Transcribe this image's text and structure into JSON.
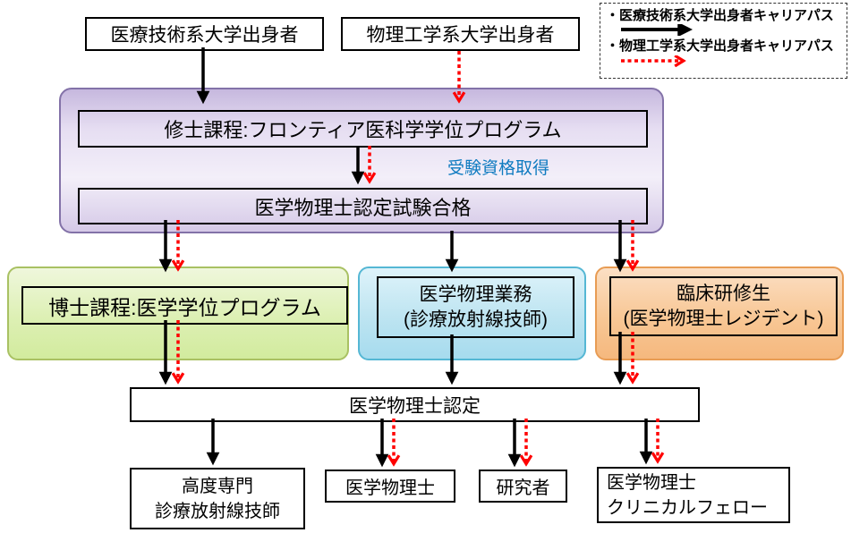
{
  "colors": {
    "career_path_medical": "#000000",
    "career_path_physics": "#ff0000",
    "note_blue": "#0f7bc0",
    "masters_purple_border": "#8372a8",
    "doctoral_green_border": "#a9c163",
    "clinical_blue_border": "#55b7d4",
    "resident_orange_border": "#e89c54"
  },
  "sources": [
    {
      "label": "医療技術系大学出身者"
    },
    {
      "label": "物理工学系大学出身者"
    }
  ],
  "legend": {
    "items": [
      {
        "label": "・医療技術系大学出身者キャリアパス",
        "arrow_style": "solid-black"
      },
      {
        "label": "・物理工学系大学出身者キャリアパス",
        "arrow_style": "dashed-red"
      }
    ]
  },
  "masters": {
    "program": "修士課程:フロンティア医科学学位プログラム",
    "note": "受験資格取得",
    "exam_pass": "医学物理士認定試験合格"
  },
  "paths": {
    "doctoral": "博士課程:医学学位プログラム",
    "clinical_work": {
      "line1": "医学物理業務",
      "line2": "(診療放射線技師)"
    },
    "resident": {
      "line1": "臨床研修生",
      "line2": "(医学物理士レジデント)"
    }
  },
  "certification": "医学物理士認定",
  "outcomes": [
    {
      "line1": "高度専門",
      "line2": "診療放射線技師"
    },
    {
      "line1": "医学物理士"
    },
    {
      "line1": "研究者"
    },
    {
      "line1": "医学物理士",
      "line2": "クリニカルフェロー"
    }
  ]
}
